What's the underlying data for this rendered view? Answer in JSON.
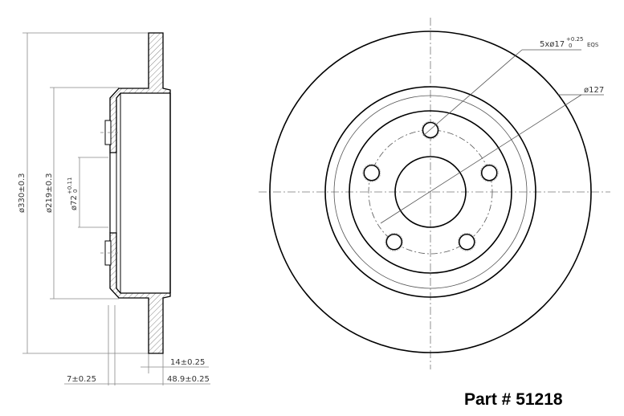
{
  "drawing": {
    "side_view": {
      "dimensions": {
        "outer_diameter": "ø330±0.3",
        "hat_diameter": "ø219±0.3",
        "center_bore_base": "ø72",
        "center_bore_tol": "+0.11",
        "center_bore_tol_low": "0",
        "thickness": "14±0.25",
        "hat_offset": "7±0.25",
        "overall_height": "48.9±0.25"
      }
    },
    "front_view": {
      "bolt_holes_label": "5xø17",
      "bolt_holes_tol_up": "+0.25",
      "bolt_holes_tol_low": "0",
      "bolt_holes_suffix": "EQS",
      "bolt_circle_label": "ø127",
      "bolt_count": 5
    }
  },
  "part_number_label": "Part # 51218"
}
